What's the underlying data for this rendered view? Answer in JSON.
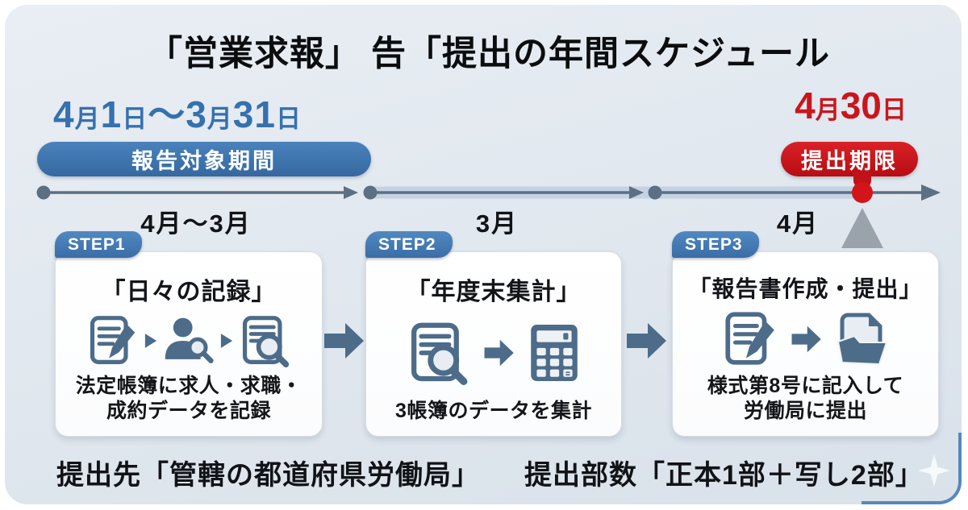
{
  "title": "「営業求報」 告「提出の年間スケジュール",
  "report_period": {
    "date_range": "4月1日〜3月31日",
    "label": "報告対象期間"
  },
  "deadline": {
    "date": "4月30日",
    "label": "提出期限"
  },
  "timeline": {
    "segment_labels": [
      "4月〜3月",
      "3月",
      "4月"
    ]
  },
  "steps": [
    {
      "tag": "STEP1",
      "title": "「日々の記録」",
      "icons": [
        "document-pencil-icon",
        "triangle-right-icon",
        "person-search-icon",
        "triangle-right-icon",
        "document-search-icon"
      ],
      "caption_lines": [
        "法定帳簿に求人・求職・",
        "成約データを記録"
      ]
    },
    {
      "tag": "STEP2",
      "title": "「年度末集計」",
      "icons": [
        "document-search-icon",
        "arrow-right-icon",
        "calculator-icon"
      ],
      "caption_lines": [
        "3帳簿のデータを集計"
      ]
    },
    {
      "tag": "STEP3",
      "title": "「報告書作成・提出」",
      "icons": [
        "document-pencil-icon",
        "arrow-right-icon",
        "folder-document-icon"
      ],
      "caption_lines": [
        "様式第8号に記入して",
        "労働局に提出"
      ]
    }
  ],
  "footer": {
    "destination": "提出先「管轄の都道府県労働局」",
    "copies": "提出部数「正本1部＋写し2部」"
  },
  "colors": {
    "accent_blue": "#3571ae",
    "pill_blue": "#3d78b6",
    "accent_red": "#c9161d",
    "icon_slate": "#4d6c8a",
    "timeline_band": "#c3d3e4",
    "background": "#e1e8ef"
  }
}
